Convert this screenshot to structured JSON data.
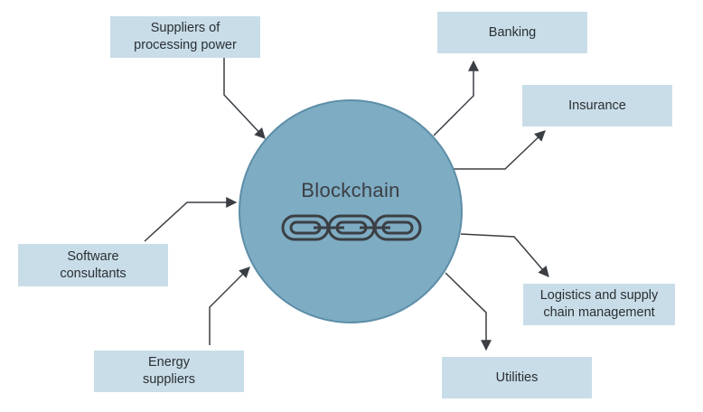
{
  "hub": {
    "label": "Blockchain",
    "icon": "chain-links-icon"
  },
  "nodes": {
    "suppliers": "Suppliers of\nprocessing power",
    "software": "Software\nconsultants",
    "energy": "Energy\nsuppliers",
    "banking": "Banking",
    "insurance": "Insurance",
    "logistics": "Logistics and supply\nchain management",
    "utilities": "Utilities"
  },
  "colors": {
    "hub_fill": "#7eacc3",
    "node_fill": "#c8dde8",
    "arrow": "#3b3f44"
  }
}
